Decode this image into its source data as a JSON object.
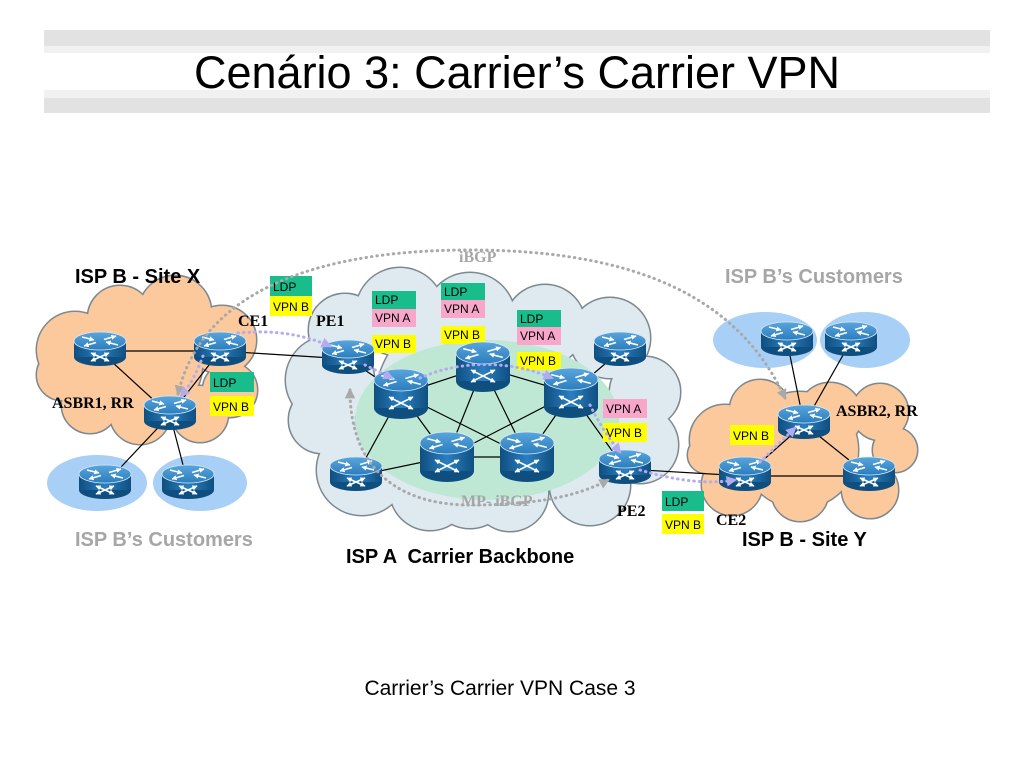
{
  "title": "Cenário 3: Carrier’s Carrier VPN",
  "caption": "Carrier’s Carrier VPN Case 3",
  "diagram": {
    "labels": {
      "ibgp": "iBGP",
      "mp_ibgp": "MP- iBGP",
      "site_x": "ISP B - Site X",
      "site_y": "ISP B - Site Y",
      "customers_right": "ISP B’s Customers",
      "customers_left": "ISP B’s Customers",
      "backbone": "ISP A  Carrier Backbone",
      "ce1": "CE1",
      "pe1": "PE1",
      "pe2": "PE2",
      "ce2": "CE2",
      "asbr1": "ASBR1, RR",
      "asbr2": "ASBR2, RR"
    },
    "label_stacks": [
      [
        "LDP",
        "VPN B"
      ],
      [
        "LDP",
        "VPN A",
        "VPN B"
      ],
      [
        "LDP",
        "VPN A",
        "VPN B"
      ],
      [
        "LDP",
        "VPN A",
        "VPN B"
      ],
      [
        "LDP",
        "VPN B"
      ],
      [
        "VPN A",
        "VPN B"
      ],
      [
        "VPN B"
      ],
      [
        "LDP",
        "VPN B"
      ]
    ],
    "stack_colors": {
      "LDP": "#19bc8b",
      "VPN A": "#f8a7ca",
      "VPN B": "#ffff00"
    },
    "colors": {
      "site_cloud": "#fcc99c",
      "backbone_cloud": "#dfeaf0",
      "cloud_border": "#7d8990",
      "core": "#bfe8d4",
      "customer": "#a8cff5",
      "router_body": "#1c6aa6",
      "router_top": "#3a8fcf",
      "router_bottom": "#0f4f80",
      "link": "#000000",
      "bgp_dotted": "#a9a9a9",
      "lsp_dotted": "#b4aaf0"
    }
  }
}
